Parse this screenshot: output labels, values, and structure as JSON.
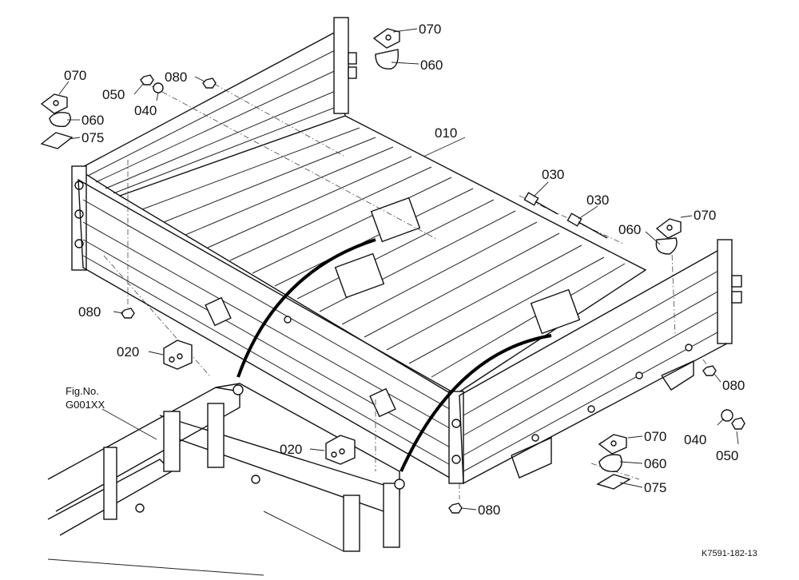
{
  "callouts": {
    "p010": "010",
    "p020_left": "020",
    "p020_right": "020",
    "p030_upper": "030",
    "p030_lower": "030",
    "p040_left": "040",
    "p040_right": "040",
    "p050_left": "050",
    "p050_right": "050",
    "p060_top": "060",
    "p060_left": "060",
    "p060_right": "060",
    "p060_bottom": "060",
    "p070_top": "070",
    "p070_left": "070",
    "p070_right": "070",
    "p070_bottom": "070",
    "p075_left": "075",
    "p075_bottom": "075",
    "p080_top": "080",
    "p080_left": "080",
    "p080_right": "080",
    "p080_bottom": "080"
  },
  "figure_ref": {
    "line1": "Fig.No.",
    "line2": "G001XX"
  },
  "drawing_code": "K7591-182-13"
}
